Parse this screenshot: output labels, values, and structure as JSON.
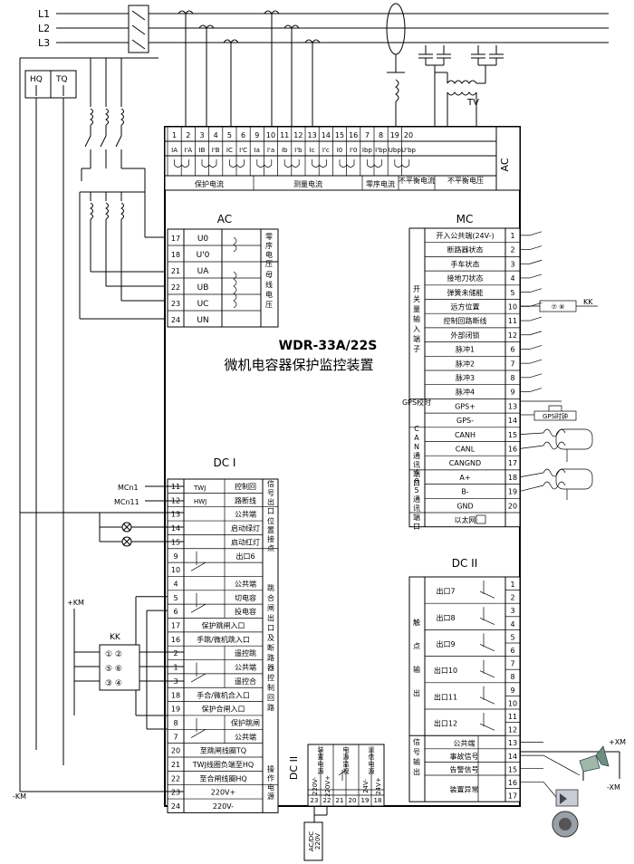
{
  "bus": {
    "l1": "L1",
    "l2": "L2",
    "l3": "L3",
    "tv": "TV",
    "hq": "HQ",
    "tq": "TQ",
    "kk": "KK",
    "plus_km": "+KM",
    "minus_km": "-KM",
    "plus_xm": "+XM",
    "minus_xm": "-XM",
    "mcn1": "MCn1",
    "mcn11": "MCn11"
  },
  "device": {
    "model": "WDR-33A/22S",
    "name": "微机电容器保护监控装置"
  },
  "ac_top": {
    "nums": [
      "1",
      "2",
      "3",
      "4",
      "5",
      "6",
      "9",
      "10",
      "11",
      "12",
      "13",
      "14",
      "15",
      "16",
      "7",
      "8",
      "19",
      "20"
    ],
    "labels": [
      "IA",
      "I'A",
      "IB",
      "I'B",
      "IC",
      "I'C",
      "Ia",
      "I'a",
      "Ib",
      "I'b",
      "Ic",
      "I'c",
      "I0",
      "I'0",
      "Ibp",
      "I'bp",
      "Ubp",
      "U'bp"
    ],
    "groups": [
      "保护电流",
      "测量电流",
      "零序电流",
      "不平衡电流",
      "不平衡电压"
    ],
    "tag": "AC"
  },
  "ac_left": {
    "title": "AC",
    "rows": [
      {
        "n": "17",
        "l": "U0"
      },
      {
        "n": "18",
        "l": "U'0"
      },
      {
        "n": "21",
        "l": "UA"
      },
      {
        "n": "22",
        "l": "UB"
      },
      {
        "n": "23",
        "l": "UC"
      },
      {
        "n": "24",
        "l": "UN"
      }
    ],
    "g1": "零序电压",
    "g2": "母线电压"
  },
  "mc": {
    "title": "MC",
    "rows": [
      {
        "l": "开入公共端(24V-)",
        "n": "1"
      },
      {
        "l": "断路器状态",
        "n": "2"
      },
      {
        "l": "手车状态",
        "n": "3"
      },
      {
        "l": "接地刀状态",
        "n": "4"
      },
      {
        "l": "弹簧未储能",
        "n": "5"
      },
      {
        "l": "远方位置",
        "n": "10"
      },
      {
        "l": "控制回路断线",
        "n": "11"
      },
      {
        "l": "外部闭锁",
        "n": "12"
      },
      {
        "l": "脉冲1",
        "n": "6"
      },
      {
        "l": "脉冲2",
        "n": "7"
      },
      {
        "l": "脉冲3",
        "n": "8"
      },
      {
        "l": "脉冲4",
        "n": "9"
      },
      {
        "l": "GPS+",
        "n": "13"
      },
      {
        "l": "GPS-",
        "n": "14"
      },
      {
        "l": "CANH",
        "n": "15"
      },
      {
        "l": "CANL",
        "n": "16"
      },
      {
        "l": "CANGND",
        "n": "17"
      },
      {
        "l": "A+",
        "n": "18"
      },
      {
        "l": "B-",
        "n": "19"
      },
      {
        "l": "GND",
        "n": "20"
      },
      {
        "l": "以太网",
        "n": ""
      }
    ],
    "g_input": "开关量输入端子",
    "g_gps": "GPS校时",
    "g_can": "CAN通讯端口",
    "g_485": "485通讯端口",
    "gps_clock": "GPS时钟",
    "kk_label": "KK",
    "kk_contacts": "⑦ ⑧"
  },
  "dc1": {
    "title": "DC I",
    "rows": [
      {
        "n": "11",
        "l": "控制回"
      },
      {
        "n": "12",
        "l": "路断线"
      },
      {
        "n": "13",
        "l": "公共端"
      },
      {
        "n": "14",
        "l": "启动绿灯"
      },
      {
        "n": "15",
        "l": "启动红灯"
      },
      {
        "n": "9",
        "l": "出口6"
      },
      {
        "n": "10",
        "l": ""
      },
      {
        "n": "4",
        "l": "公共端"
      },
      {
        "n": "5",
        "l": "切电容"
      },
      {
        "n": "6",
        "l": "投电容"
      },
      {
        "n": "17",
        "l": "保护跳闸入口"
      },
      {
        "n": "16",
        "l": "手跳/微机跳入口"
      },
      {
        "n": "2",
        "l": "遥控跳"
      },
      {
        "n": "1",
        "l": "公共端"
      },
      {
        "n": "3",
        "l": "遥控合"
      },
      {
        "n": "18",
        "l": "手合/微机合入口"
      },
      {
        "n": "19",
        "l": "保护合闸入口"
      },
      {
        "n": "8",
        "l": "保护跳闸"
      },
      {
        "n": "7",
        "l": "公共端"
      },
      {
        "n": "20",
        "l": "至跳闸线圈TQ"
      },
      {
        "n": "21",
        "l": "TWJ线圈负端至HQ"
      },
      {
        "n": "22",
        "l": "至合闸线圈HQ"
      },
      {
        "n": "23",
        "l": "220V+"
      },
      {
        "n": "24",
        "l": "220V-"
      }
    ],
    "g_signal": "信号出口",
    "g_pos": "位置接点",
    "g_ctrl": "跳合闸出口及断路器控制回路",
    "g_pwr": "操作电源",
    "twj": "TWJ",
    "hwj": "HWJ",
    "kk_contacts": [
      "① ②",
      "⑤ ⑥",
      "③ ④"
    ]
  },
  "dc2b": {
    "title": "DC II",
    "nums": [
      "23",
      "22",
      "21",
      "20",
      "19",
      "18"
    ],
    "labels": [
      "220V-",
      "220V+",
      "",
      "",
      "24V-",
      "24V+"
    ],
    "groups": [
      "装置电源",
      "电源监视",
      "遥信电源"
    ],
    "acdc1": "AC/DC",
    "acdc2": "220V"
  },
  "dc2": {
    "title": "DC II",
    "outs": [
      "出口7",
      "出口8",
      "出口9",
      "出口10",
      "出口11",
      "出口12"
    ],
    "nums": [
      "1",
      "2",
      "3",
      "4",
      "5",
      "6",
      "7",
      "8",
      "9",
      "10",
      "11",
      "12",
      "13",
      "14",
      "15",
      "16",
      "17"
    ],
    "sig": [
      "公共端",
      "事故信号",
      "告警信号",
      "装置异常"
    ],
    "g_contact": "触点输出",
    "g_signal": "信号输出"
  }
}
